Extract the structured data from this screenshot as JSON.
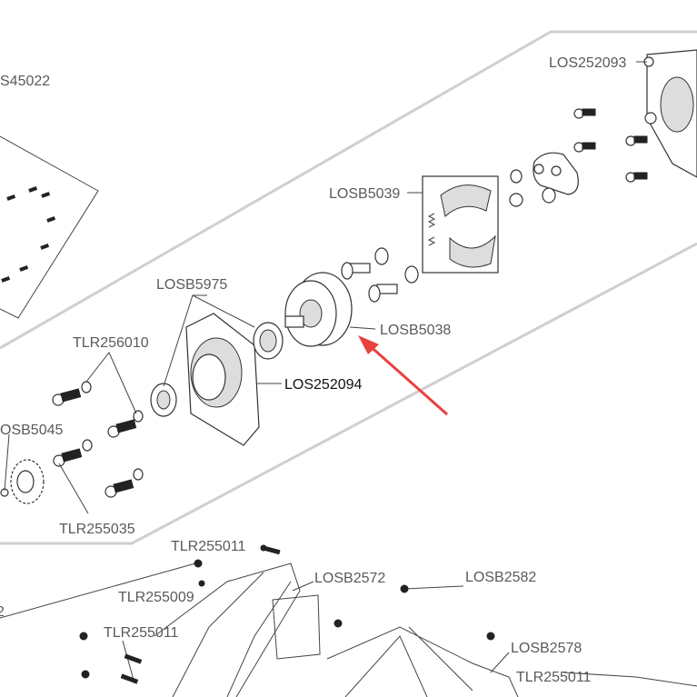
{
  "labels": {
    "los45022_partial": "S45022",
    "los252093": "LOS252093",
    "losb5039": "LOSB5039",
    "losb5975": "LOSB5975",
    "tlr256010": "TLR256010",
    "losb5038": "LOSB5038",
    "los252094": "LOS252094",
    "losb5045_partial": "OSB5045",
    "tlr255035": "TLR255035",
    "tlr255011_a": "TLR255011",
    "losb2572": "LOSB2572",
    "losb2582": "LOSB2582",
    "tlr255009": "TLR255009",
    "tlr255011_b": "TLR255011",
    "losb2578": "LOSB2578",
    "tlr255011_c": "TLR255011",
    "left_partial": "2"
  },
  "colors": {
    "arrow": "#e8413f",
    "label": "#5a5a5a",
    "highlight_label": "#111111"
  }
}
